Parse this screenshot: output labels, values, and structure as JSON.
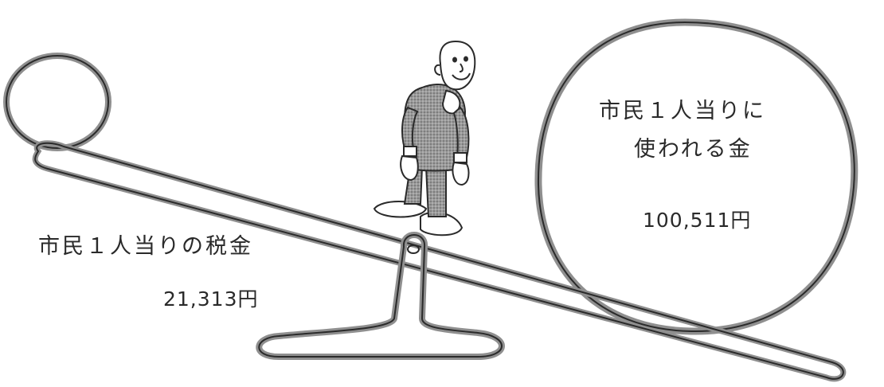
{
  "left_side": {
    "label": "市民１人当りの税金",
    "value": "21,313円"
  },
  "right_side": {
    "label_line1": "市民１人当りに",
    "label_line2": "使われる金",
    "value": "100,511円"
  },
  "colors": {
    "ink": "#2a2a2a",
    "shading": "#8f8f8f",
    "background": "#ffffff"
  }
}
